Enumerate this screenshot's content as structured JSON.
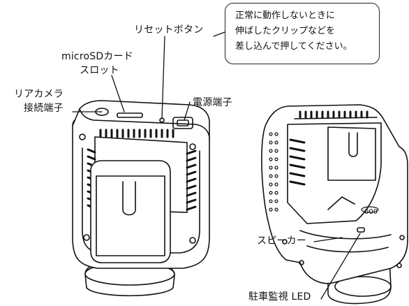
{
  "labels": {
    "reset_button": "リセットボタン",
    "microsd_slot_line1": "microSDカード",
    "microsd_slot_line2": "スロット",
    "rear_camera_line1": "リアカメラ",
    "rear_camera_line2": "接続端子",
    "power_terminal": "電源端子",
    "speaker": "スピーカー",
    "parking_led": "駐車監視 LED"
  },
  "callout": {
    "lines": [
      "正常に動作しないときに",
      "伸ばしたクリップなどを",
      "差し込んで押してください。"
    ]
  }
}
